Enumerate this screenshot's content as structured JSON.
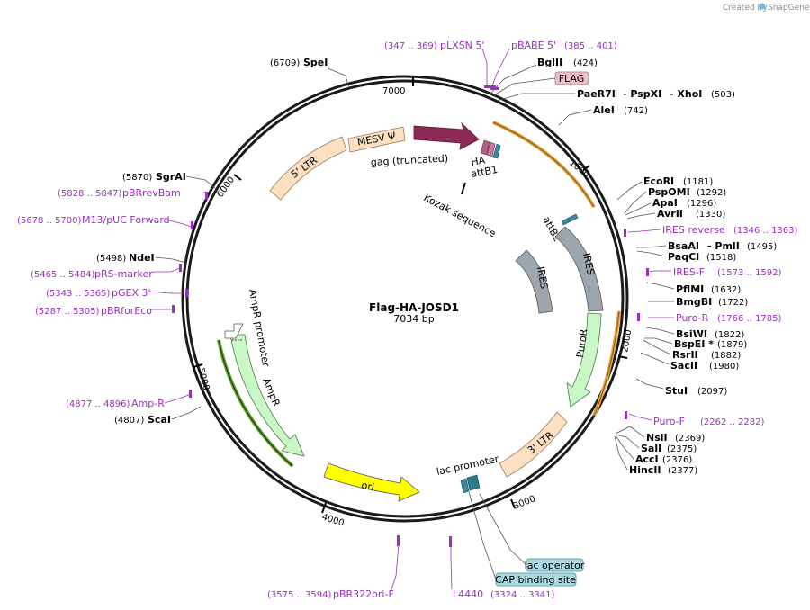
{
  "credit": {
    "prefix": "Created by",
    "brand": "SnapGene"
  },
  "plasmid": {
    "name": "Flag-HA-JOSD1",
    "length_label": "7034 bp"
  },
  "ticks": [
    "1000",
    "2000",
    "3000",
    "4000",
    "5000",
    "6000",
    "7000"
  ],
  "sites": [
    {
      "pos": "(6709)",
      "name": "SpeI"
    },
    {
      "pos": "(424)",
      "name": "BglII"
    },
    {
      "name": "PaeR7I",
      "name2": "- PspXI",
      "name3": "- XhoI",
      "pos": "(503)"
    },
    {
      "name": "AleI",
      "pos": "(742)"
    },
    {
      "name": "EcoRI",
      "pos": "(1181)"
    },
    {
      "name": "PspOMI",
      "pos": "(1292)"
    },
    {
      "name": "ApaI",
      "pos": "(1296)"
    },
    {
      "name": "AvrII",
      "pos": "(1330)"
    },
    {
      "name": "BsaAI",
      "name2": "- PmlI",
      "pos": "(1495)"
    },
    {
      "name": "PaqCI",
      "pos": "(1518)"
    },
    {
      "name": "PflMI",
      "pos": "(1632)"
    },
    {
      "name": "BmgBI",
      "pos": "(1722)"
    },
    {
      "name": "BsiWI",
      "pos": "(1822)"
    },
    {
      "name": "BspEI *",
      "pos": "(1879)"
    },
    {
      "name": "RsrII",
      "pos": "(1882)"
    },
    {
      "name": "SacII",
      "pos": "(1980)"
    },
    {
      "name": "StuI",
      "pos": "(2097)"
    },
    {
      "name": "NsiI",
      "pos": "(2369)"
    },
    {
      "name": "SalI",
      "pos": "(2375)"
    },
    {
      "name": "AccI",
      "pos": "(2376)"
    },
    {
      "name": "HincII",
      "pos": "(2377)"
    },
    {
      "pos": "(5870)",
      "name": "SgrAI"
    },
    {
      "pos": "(5498)",
      "name": "NdeI"
    },
    {
      "pos": "(4807)",
      "name": "ScaI"
    }
  ],
  "primers": [
    {
      "pos": "(347 .. 369)",
      "name": "pLXSN 5'"
    },
    {
      "name": "pBABE 5'",
      "pos": "(385 .. 401)"
    },
    {
      "name": "IRES reverse",
      "pos": "(1346 .. 1363)"
    },
    {
      "name": "IRES-F",
      "pos": "(1573 .. 1592)"
    },
    {
      "name": "Puro-R",
      "pos": "(1766 .. 1785)"
    },
    {
      "name": "Puro-F",
      "pos": "(2262 .. 2282)"
    },
    {
      "pos": "(5828 .. 5847)",
      "name": "pBRrevBam"
    },
    {
      "pos": "(5678 .. 5700)",
      "name": "M13/pUC Forward"
    },
    {
      "pos": "(5465 .. 5484)",
      "name": "pRS-marker"
    },
    {
      "pos": "(5343 .. 5365)",
      "name": "pGEX 3'"
    },
    {
      "pos": "(5287 .. 5305)",
      "name": "pBRforEco"
    },
    {
      "pos": "(4877 .. 4896)",
      "name": "Amp-R"
    },
    {
      "pos": "(3575 .. 3594)",
      "name": "pBR322ori-F"
    },
    {
      "name": "L4440",
      "pos": "(3324 .. 3341)"
    }
  ],
  "features": {
    "mesv": "MESV Ψ",
    "ltr5": "5' LTR",
    "gag": "gag (truncated)",
    "ha": "HA",
    "attb1": "attB1",
    "kozak": "Kozak sequence",
    "flag": "FLAG",
    "attb2": "attB2",
    "ires_inner": "IRES",
    "ires_outer": "IRES",
    "puror": "PuroR",
    "ltr3": "3' LTR",
    "lacprom": "lac promoter",
    "ori": "ori",
    "ampr": "AmpR",
    "amprprom": "AmpR promoter",
    "lacop": "lac operator",
    "cap": "CAP binding site"
  },
  "colors": {
    "backbone": "#1a1a1a",
    "ltr": "#fde0c2",
    "gag": "#8b2a55",
    "ires": "#9ea6ad",
    "puror": "#c9f7c5",
    "ampr": "#c9f7c5",
    "ori": "#ffff00",
    "primer": "#9a2ec2",
    "orange_highlight": "#e8a33d",
    "green_highlight": "#5a9a2a",
    "flag_box": "#f0c0c8",
    "lac_box": "#a9d9e3"
  }
}
